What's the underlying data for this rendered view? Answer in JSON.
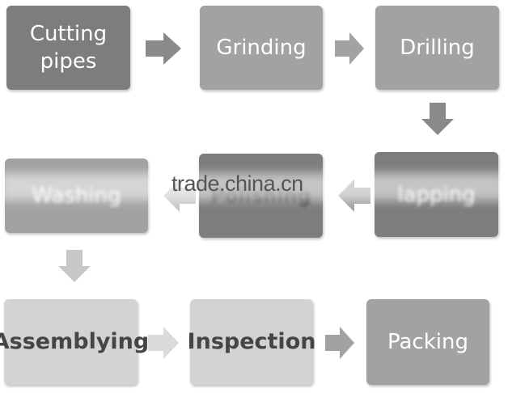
{
  "steps": {
    "cutting_pipes": "Cutting pipes",
    "grinding": "Grinding",
    "drilling": "Drilling",
    "lapping": "lapping",
    "polishing": "Polishing",
    "washing": "Washing",
    "assemblying": "Assemblying",
    "inspection": "Inspection",
    "packing": "Packing"
  },
  "watermark": "trade.china.cn",
  "colors": {
    "dark_box": "#7d7d7d",
    "mid_box": "#a2a2a2",
    "light_box": "#d3d3d3",
    "arrow_dark": "#8a8a8a",
    "arrow_light": "#dadada"
  }
}
